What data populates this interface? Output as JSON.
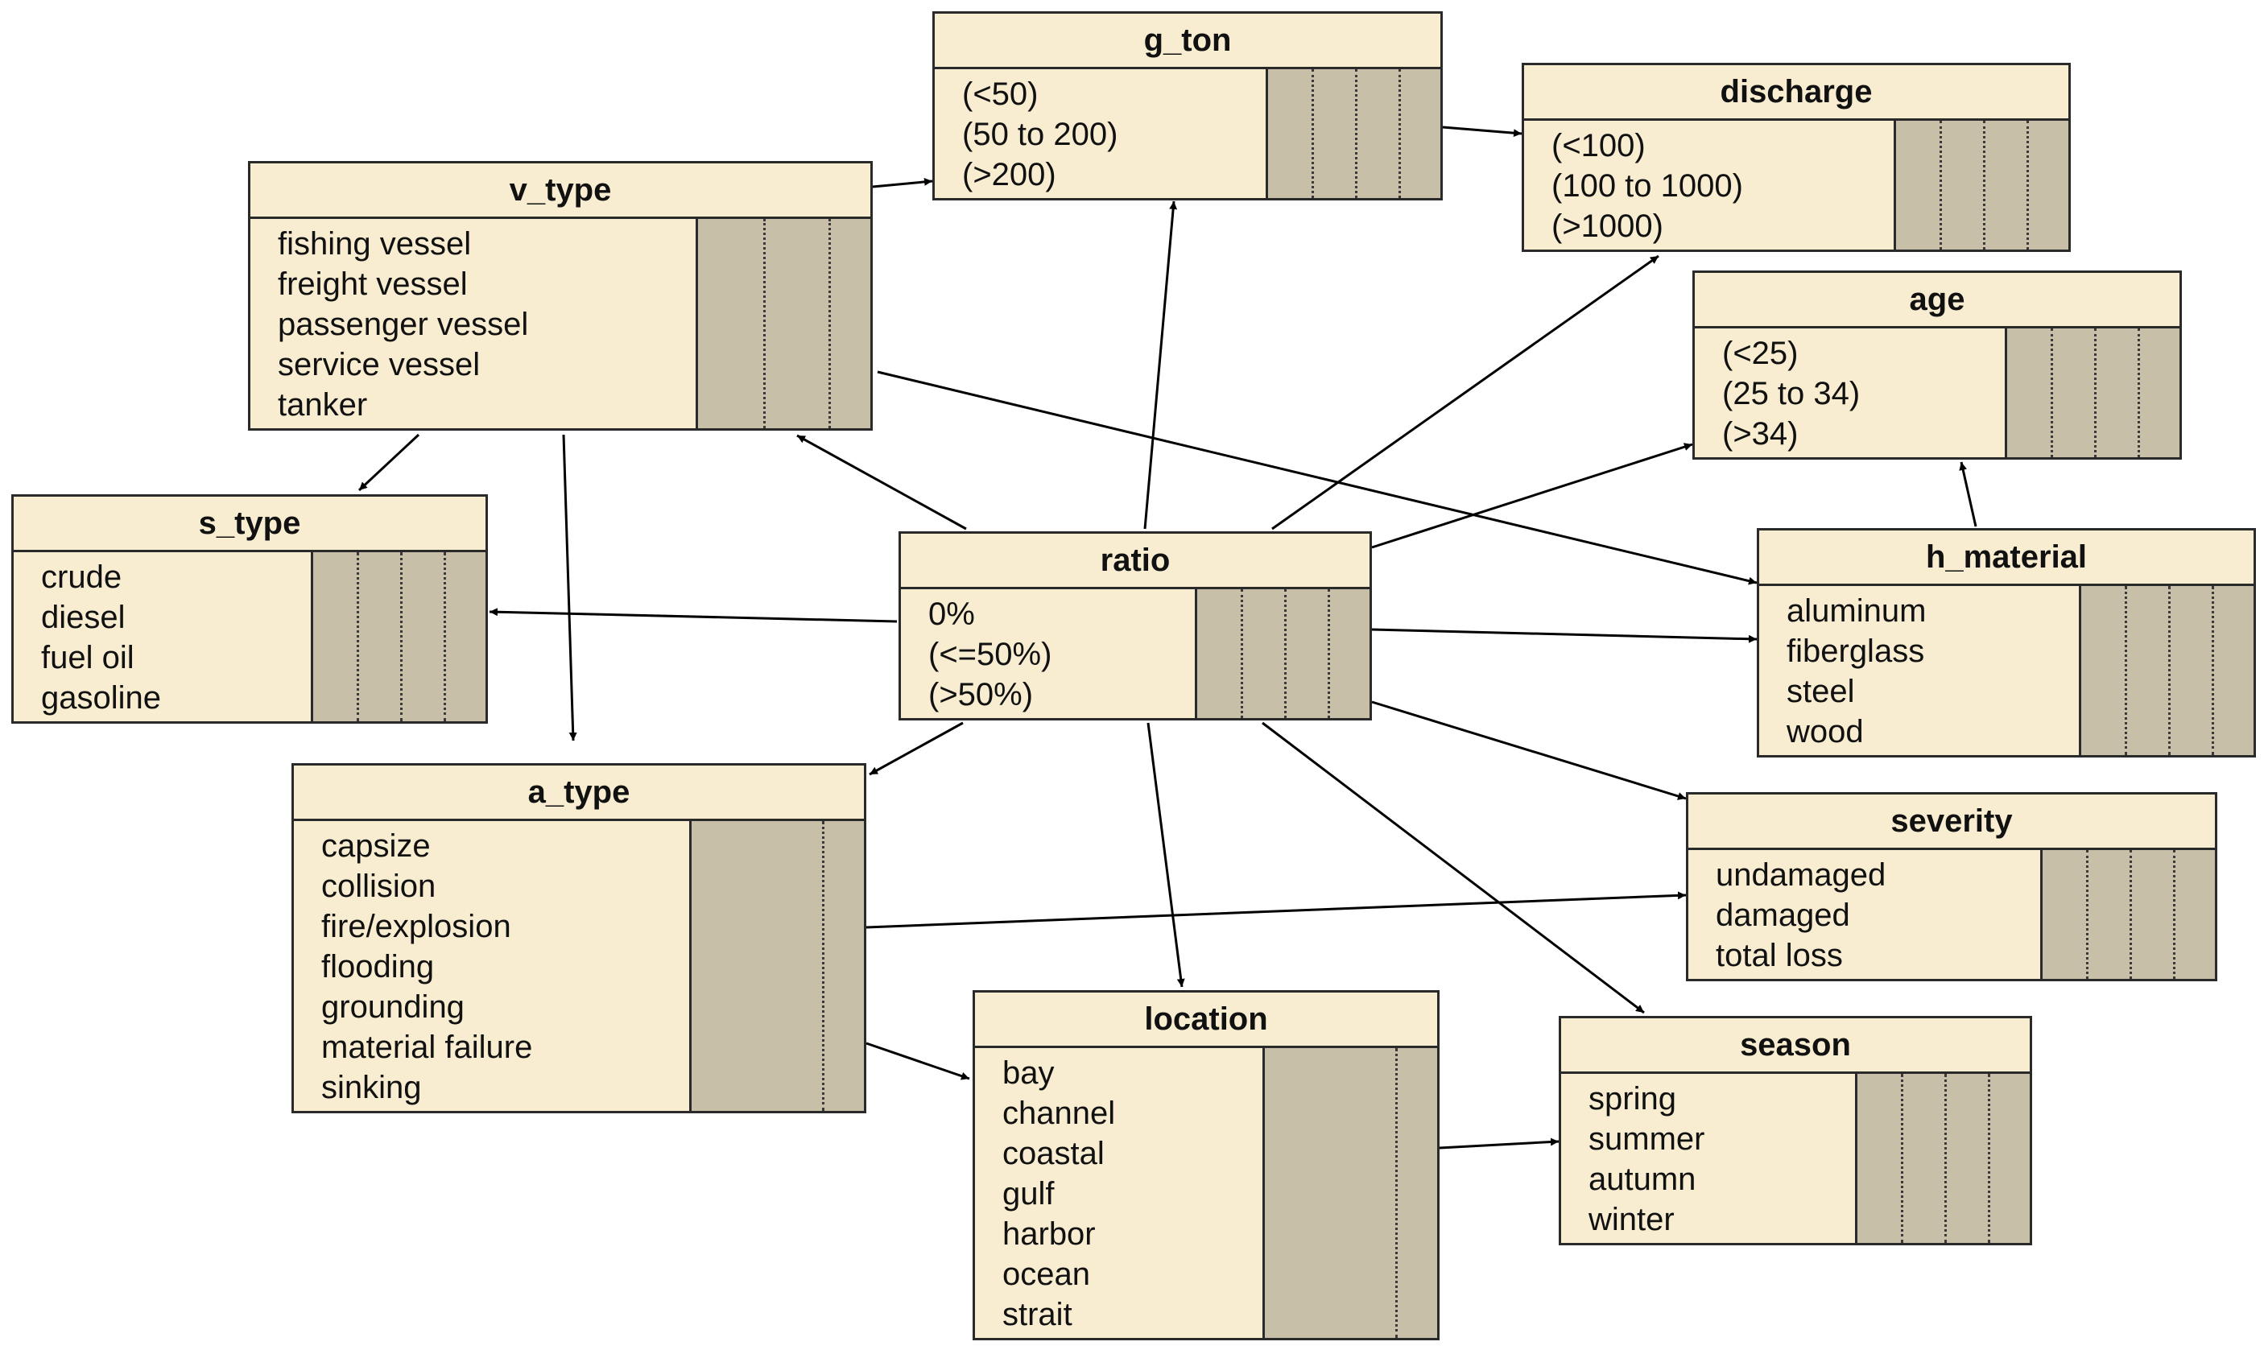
{
  "nodes": [
    {
      "id": "g_ton",
      "title": "g_ton",
      "states": [
        "(<50)",
        "(50 to 200)",
        "(>200)"
      ]
    },
    {
      "id": "discharge",
      "title": "discharge",
      "states": [
        "(<100)",
        "(100 to 1000)",
        "(>1000)"
      ]
    },
    {
      "id": "v_type",
      "title": "v_type",
      "states": [
        "fishing vessel",
        "freight vessel",
        "passenger vessel",
        "service vessel",
        "tanker"
      ]
    },
    {
      "id": "age",
      "title": "age",
      "states": [
        "(<25)",
        "(25 to 34)",
        "(>34)"
      ]
    },
    {
      "id": "s_type",
      "title": "s_type",
      "states": [
        "crude",
        "diesel",
        "fuel oil",
        "gasoline"
      ]
    },
    {
      "id": "ratio",
      "title": "ratio",
      "states": [
        "0%",
        "(<=50%)",
        "(>50%)"
      ]
    },
    {
      "id": "h_material",
      "title": "h_material",
      "states": [
        "aluminum",
        "fiberglass",
        "steel",
        "wood"
      ]
    },
    {
      "id": "a_type",
      "title": "a_type",
      "states": [
        "capsize",
        "collision",
        "fire/explosion",
        "flooding",
        "grounding",
        "material failure",
        "sinking"
      ]
    },
    {
      "id": "severity",
      "title": "severity",
      "states": [
        "undamaged",
        "damaged",
        "total loss"
      ]
    },
    {
      "id": "location",
      "title": "location",
      "states": [
        "bay",
        "channel",
        "coastal",
        "gulf",
        "harbor",
        "ocean",
        "strait"
      ]
    },
    {
      "id": "season",
      "title": "season",
      "states": [
        "spring",
        "summer",
        "autumn",
        "winter"
      ]
    }
  ],
  "edges": [
    {
      "from": "v_type",
      "to": "g_ton"
    },
    {
      "from": "g_ton",
      "to": "discharge"
    },
    {
      "from": "v_type",
      "to": "s_type"
    },
    {
      "from": "v_type",
      "to": "a_type"
    },
    {
      "from": "v_type",
      "to": "h_material"
    },
    {
      "from": "ratio",
      "to": "v_type"
    },
    {
      "from": "ratio",
      "to": "g_ton"
    },
    {
      "from": "ratio",
      "to": "discharge"
    },
    {
      "from": "ratio",
      "to": "age"
    },
    {
      "from": "ratio",
      "to": "s_type"
    },
    {
      "from": "ratio",
      "to": "h_material"
    },
    {
      "from": "ratio",
      "to": "a_type"
    },
    {
      "from": "ratio",
      "to": "location"
    },
    {
      "from": "ratio",
      "to": "severity"
    },
    {
      "from": "ratio",
      "to": "season"
    },
    {
      "from": "h_material",
      "to": "age"
    },
    {
      "from": "a_type",
      "to": "severity"
    },
    {
      "from": "a_type",
      "to": "location"
    },
    {
      "from": "location",
      "to": "season"
    }
  ]
}
